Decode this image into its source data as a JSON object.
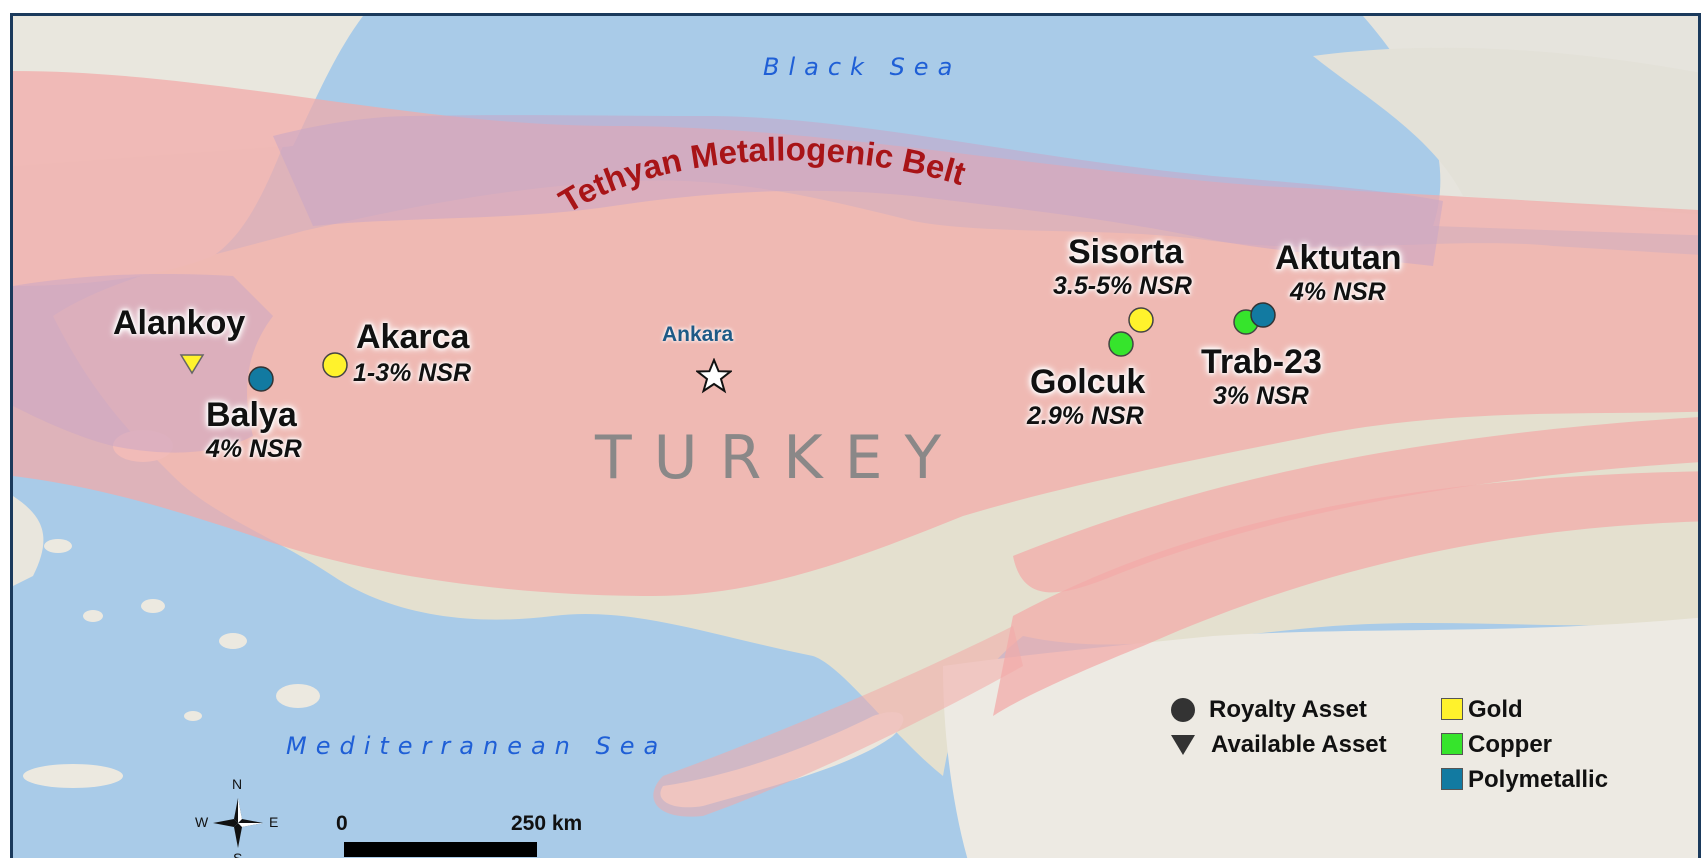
{
  "seas": {
    "black_sea": "Black Sea",
    "mediterranean": "Mediterranean Sea"
  },
  "belt_label": "Tethyan Metallogenic Belt",
  "country_label": "TURKEY",
  "capital": {
    "name": "Ankara"
  },
  "assets": [
    {
      "key": "alankoy",
      "name": "Alankoy",
      "nsr": "",
      "type": "Available Asset",
      "commodity": "Gold"
    },
    {
      "key": "balya",
      "name": "Balya",
      "nsr": "4% NSR",
      "type": "Royalty Asset",
      "commodity": "Polymetallic"
    },
    {
      "key": "akarca",
      "name": "Akarca",
      "nsr": "1-3% NSR",
      "type": "Royalty Asset",
      "commodity": "Gold"
    },
    {
      "key": "sisorta",
      "name": "Sisorta",
      "nsr": "3.5-5% NSR",
      "type": "Royalty Asset",
      "commodity": "Gold"
    },
    {
      "key": "golcuk",
      "name": "Golcuk",
      "nsr": "2.9% NSR",
      "type": "Royalty Asset",
      "commodity": "Copper"
    },
    {
      "key": "aktutan",
      "name": "Aktutan",
      "nsr": "4% NSR",
      "type": "Royalty Asset",
      "commodity": "Polymetallic"
    },
    {
      "key": "trab23",
      "name": "Trab-23",
      "nsr": "3% NSR",
      "type": "Royalty Asset",
      "commodity": "Copper"
    }
  ],
  "legend": {
    "royalty": "Royalty Asset",
    "available": "Available Asset",
    "gold": "Gold",
    "copper": "Copper",
    "polymetallic": "Polymetallic"
  },
  "colors": {
    "gold": "#fff22c",
    "copper": "#36e42c",
    "polymetallic": "#127aa1",
    "belt": "#f2a9a8",
    "sea": "#a9cbe8",
    "land": "#ebe8dc",
    "frame": "#1b3a5c"
  },
  "scale_bar": {
    "start": "0",
    "end": "250 km"
  },
  "compass": {
    "n": "N",
    "s": "S",
    "e": "E",
    "w": "W"
  }
}
